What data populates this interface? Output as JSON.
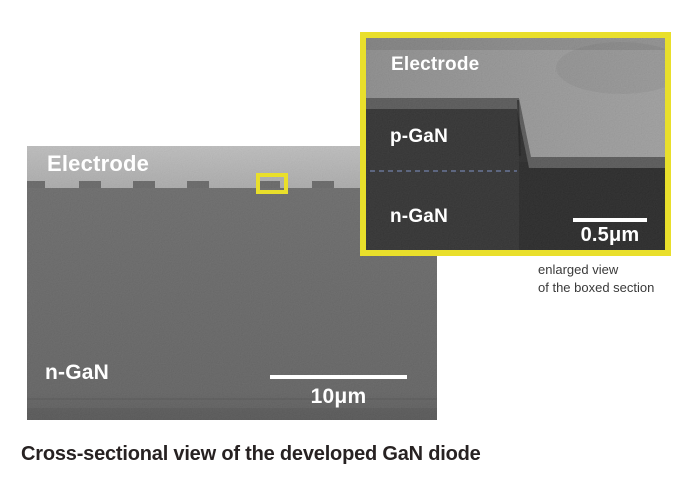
{
  "figure": {
    "caption": "Cross-sectional view of the developed GaN diode"
  },
  "main_image": {
    "type": "SEM cross-section micrograph",
    "electrode_label": "Electrode",
    "ngan_label": "n-GaN",
    "scalebar_label": "10μm"
  },
  "inset": {
    "type": "SEM enlarged micrograph of boxed region",
    "electrode_label": "Electrode",
    "pgan_label": "p-GaN",
    "ngan_label": "n-GaN",
    "scalebar_label": "0.5μm",
    "note_line1": "enlarged view",
    "note_line2": "of the boxed section"
  },
  "colors": {
    "highlight_yellow": "#e9df2b",
    "main_electrode_gray": "#b3b3b3",
    "main_ngan_gray": "#5f5f5f",
    "inset_electrode_gray": "#8f8f8f",
    "inset_gan_dark": "#202020",
    "junction_dashed_line": "#60719c",
    "caption_text": "#272222",
    "note_text": "#3a3a3a"
  }
}
